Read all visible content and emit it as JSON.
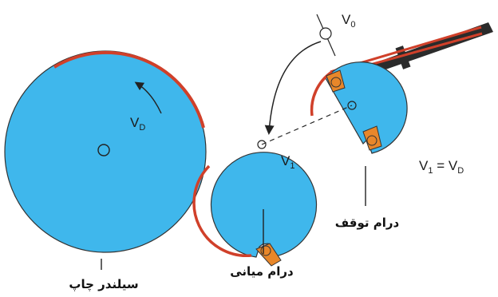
{
  "colors": {
    "drum_fill": "#3fb7ec",
    "sheet": "#d0402a",
    "outline": "#333333",
    "gripper": "#e8872a",
    "feed_bar": "#2b2b2b"
  },
  "symbols": {
    "v0_main": "V",
    "v0_sub": "0",
    "vd_main": "V",
    "vd_sub": "D",
    "v1_main": "V",
    "v1_sub": "1",
    "eq_left_main": "V",
    "eq_left_sub": "1",
    "eq_mid": " = ",
    "eq_right_main": "V",
    "eq_right_sub": "D"
  },
  "labels": {
    "impression_cylinder": "سیلندر چاپ",
    "intermediate_drum": "درام میانی",
    "stop_drum": "درام توقف"
  },
  "icons": {
    "rotation_arrow": "curved-arrow-icon",
    "transfer_arrow": "curved-arrow-icon",
    "pivot": "pivot-circle-icon"
  }
}
